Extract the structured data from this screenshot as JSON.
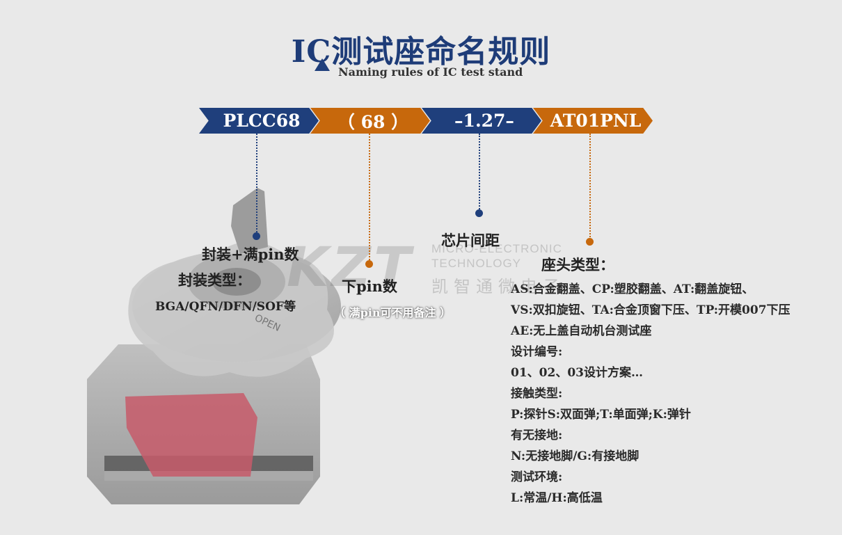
{
  "title": "IC测试座命名规则",
  "subtitle": "Naming rules of IC test stand",
  "code_parts": [
    "PLCC68",
    "（ 68 ）",
    "–1.27–",
    "AT01PNL"
  ],
  "labels": {
    "package_full": "封装+满pin数",
    "package_type": "封装类型：",
    "package_examples": "BGA/QFN/DFN/SOF等",
    "lower_pin": "下pin数",
    "lower_pin_note": "（ 满pin可不用备注 ）",
    "chip_pitch": "芯片间距",
    "socket_type": "座头类型："
  },
  "description_lines": [
    "AS:合金翻盖、CP:塑胶翻盖、AT:翻盖旋钮、",
    "VS:双扣旋钮、TA:合金顶窗下压、TP:开模007下压",
    "AE:无上盖自动机台测试座",
    "设计编号:",
    "01、02、03设计方案…",
    "接触类型:",
    "P:探针S:双面弹;T:单面弹;K:弹针",
    "有无接地:",
    "N:无接地脚/G:有接地脚",
    "测试环境:",
    "L:常温/H:高低温"
  ],
  "watermark": {
    "logo": "KZT",
    "line1": "MICRO-ELECTRONIC",
    "line2": "TECHNOLOGY",
    "line3": "凯智通微电子"
  },
  "product_engraving": "OPEN",
  "colors": {
    "blue": "#1f3f7c",
    "orange": "#c7680c",
    "background": "#e9e9e9"
  }
}
